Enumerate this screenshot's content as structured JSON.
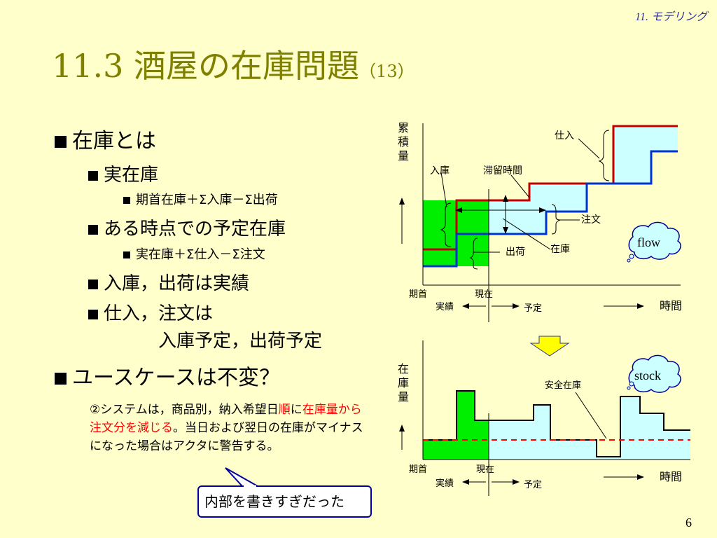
{
  "header": {
    "tag": "11. モデリング"
  },
  "title": {
    "main": "11.3 酒屋の在庫問題",
    "suffix": "（13）"
  },
  "bullets": {
    "b1": "在庫とは",
    "b1_1": "実在庫",
    "b1_1_1": "期首在庫＋Σ入庫－Σ出荷",
    "b1_2": "ある時点での予定在庫",
    "b1_2_1": "実在庫＋Σ仕入－Σ注文",
    "b1_3": "入庫，出荷は実績",
    "b1_4": "仕入，注文は",
    "b1_4_cont": "入庫予定，出荷予定",
    "b2": "ユースケースは不変？"
  },
  "note": {
    "part1": "②システムは，商品別，納入希望日",
    "part2": "順",
    "part3": "に",
    "part4": "在庫量から注文分を減じる",
    "part5": "。当日および翌日の在庫がマイナスになった場合はアクタに警告する。"
  },
  "callout": {
    "text": "内部を書きすぎだった"
  },
  "top_chart": {
    "ylabel": "累積量",
    "labels": {
      "nyuko": "入庫",
      "taigai": "滞留時間",
      "shiire": "仕入",
      "chumon": "注文",
      "shukka": "出荷",
      "zaiko": "在庫",
      "kishu": "期首",
      "genzai": "現在",
      "jisseki": "実績",
      "yotei": "予定",
      "jikan": "時間"
    },
    "cloud": "flow"
  },
  "bottom_chart": {
    "ylabel": "在庫量",
    "labels": {
      "anzen": "安全在庫",
      "kishu": "期首",
      "genzai": "現在",
      "jisseki": "実績",
      "yotei": "予定",
      "jikan": "時間"
    },
    "cloud": "stock"
  },
  "footer": {
    "page": "6"
  },
  "colors": {
    "background": "#FFFFCC",
    "title": "#808000",
    "actual_fill": "#00EE00",
    "plan_fill": "#CCFFFF",
    "cumulative_in": "#C00000",
    "cumulative_out": "#0033CC",
    "safety_stock": "#FF0000",
    "arrow_fill": "#FFFF00",
    "cloud_fill": "#CCFFFF"
  }
}
